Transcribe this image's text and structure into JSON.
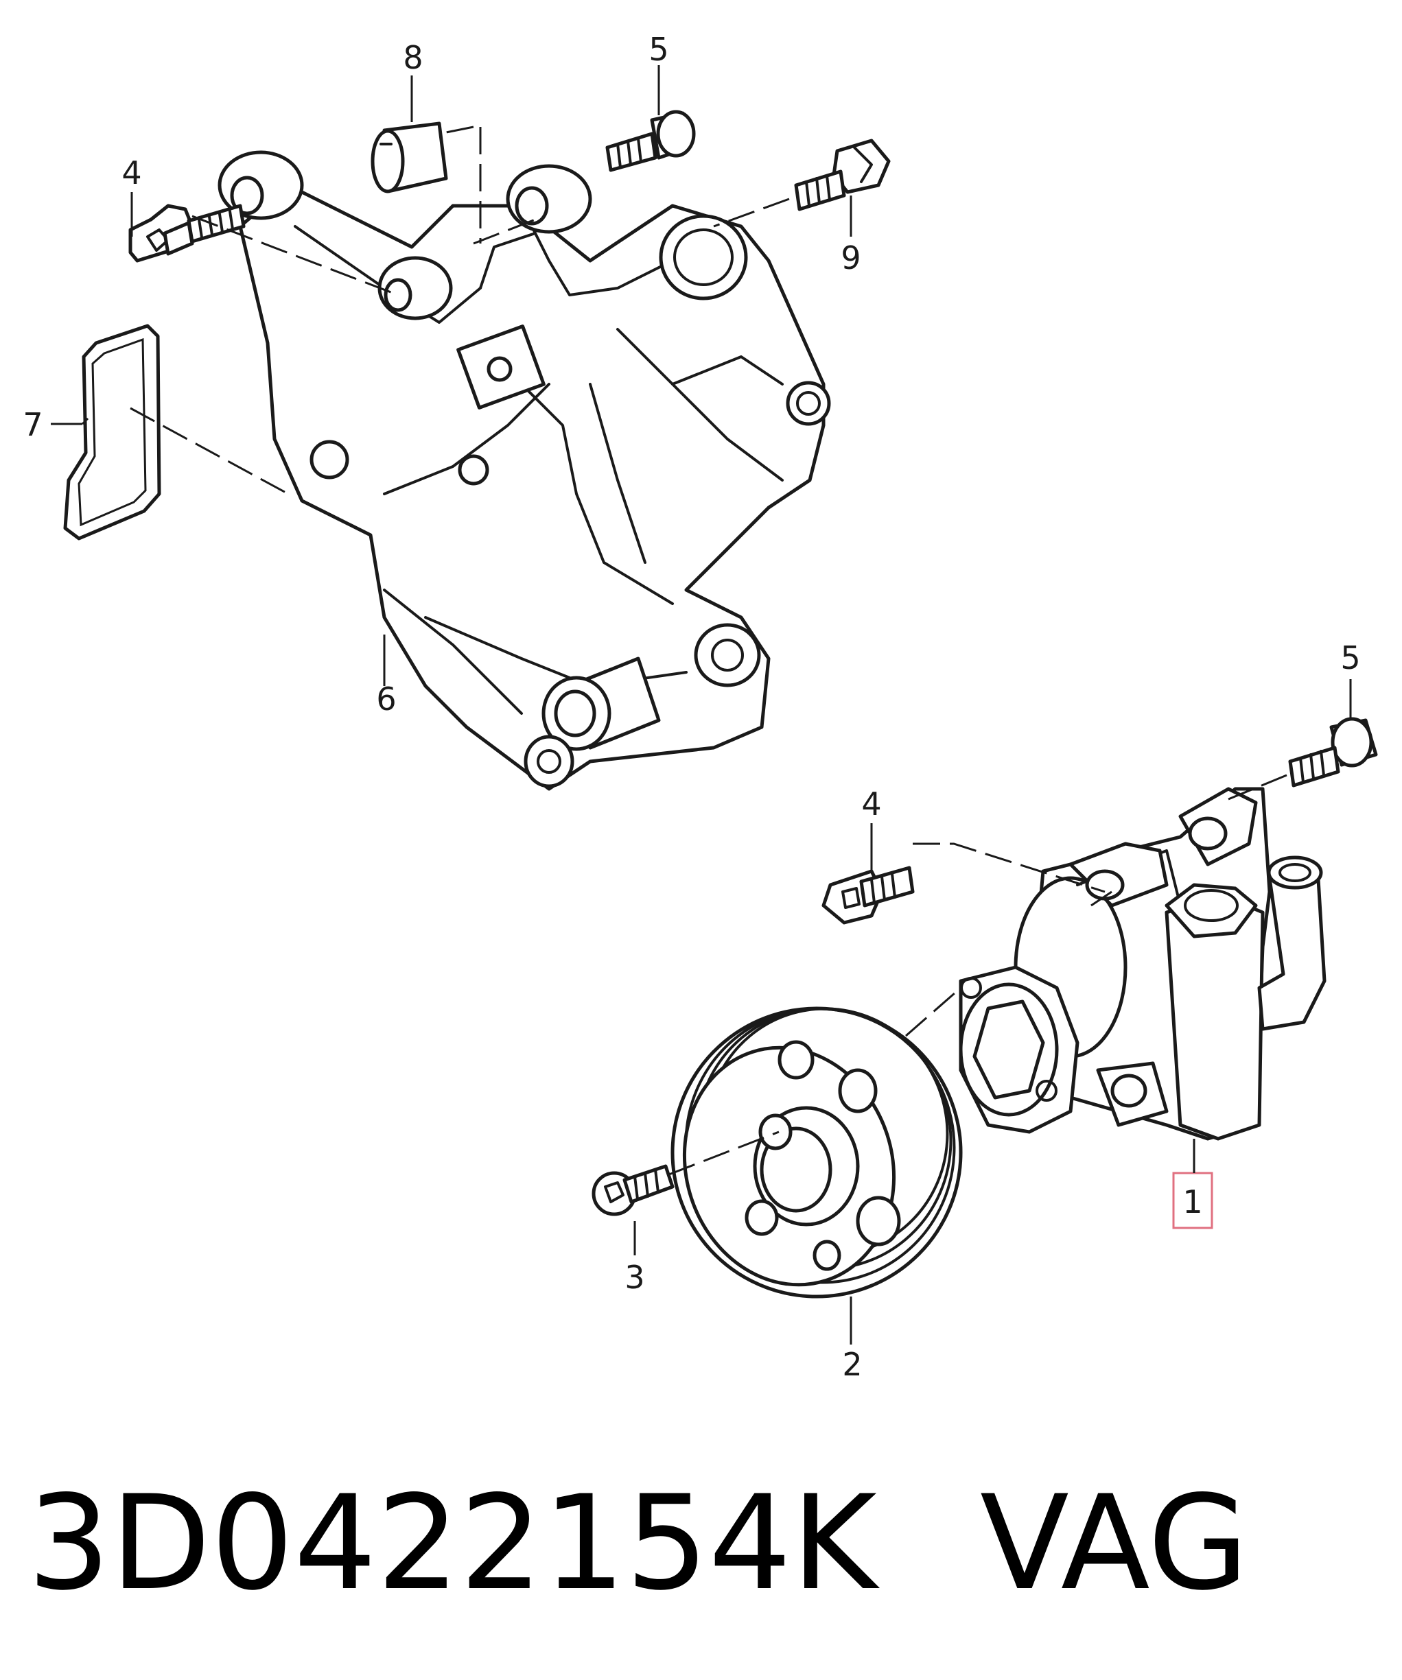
{
  "callouts": {
    "c1": "1",
    "c2": "2",
    "c3": "3",
    "c4_top": "4",
    "c4_bottom": "4",
    "c5_top": "5",
    "c5_bottom": "5",
    "c6": "6",
    "c7": "7",
    "c8": "8",
    "c9": "9"
  },
  "highlight_color": "#e07080",
  "footer": {
    "part_number": "3D0422154K",
    "brand": "VAG"
  }
}
